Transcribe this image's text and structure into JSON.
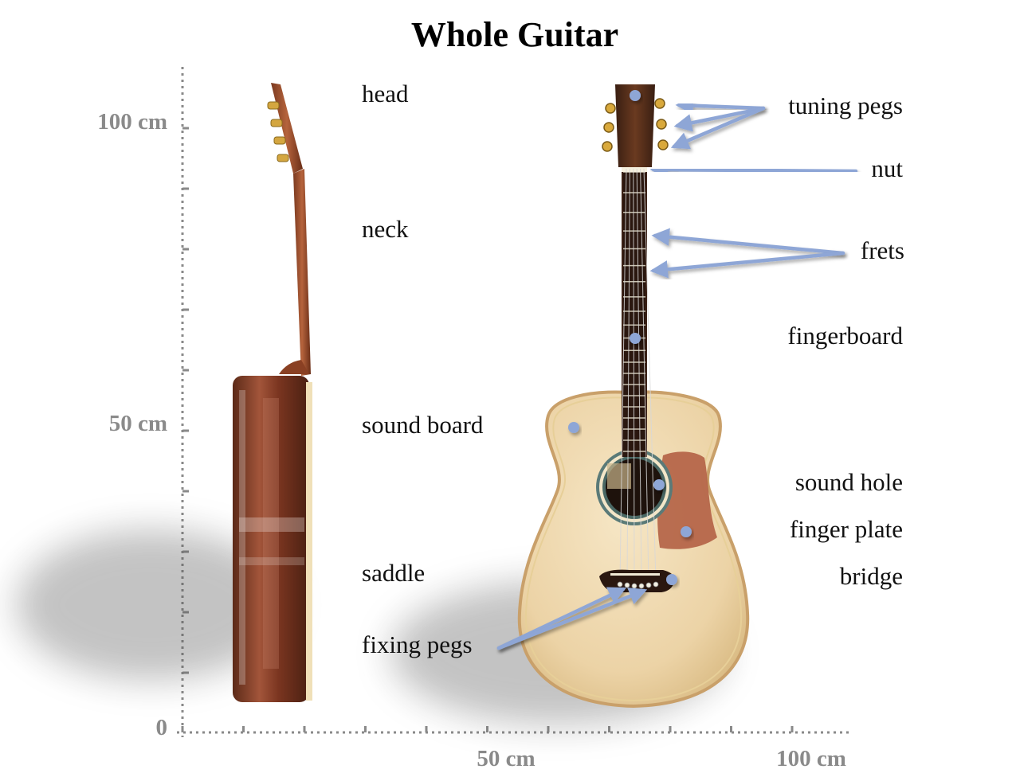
{
  "title": "Whole Guitar",
  "scale": {
    "y_labels": [
      "100 cm",
      "50 cm",
      "0"
    ],
    "x_labels": [
      "50 cm",
      "100 cm"
    ]
  },
  "labels": {
    "head": "head",
    "tuning_pegs": "tuning pegs",
    "nut": "nut",
    "neck": "neck",
    "frets": "frets",
    "fingerboard": "fingerboard",
    "sound_board": "sound board",
    "sound_hole": "sound hole",
    "finger_plate": "finger plate",
    "saddle": "saddle",
    "bridge": "bridge",
    "fixing_pegs": "fixing pegs"
  },
  "colors": {
    "pointer": "#8ea6d6",
    "scale": "#8a8a8a",
    "soundboard": "#ecd3a6",
    "pickguard": "#b5664a"
  }
}
